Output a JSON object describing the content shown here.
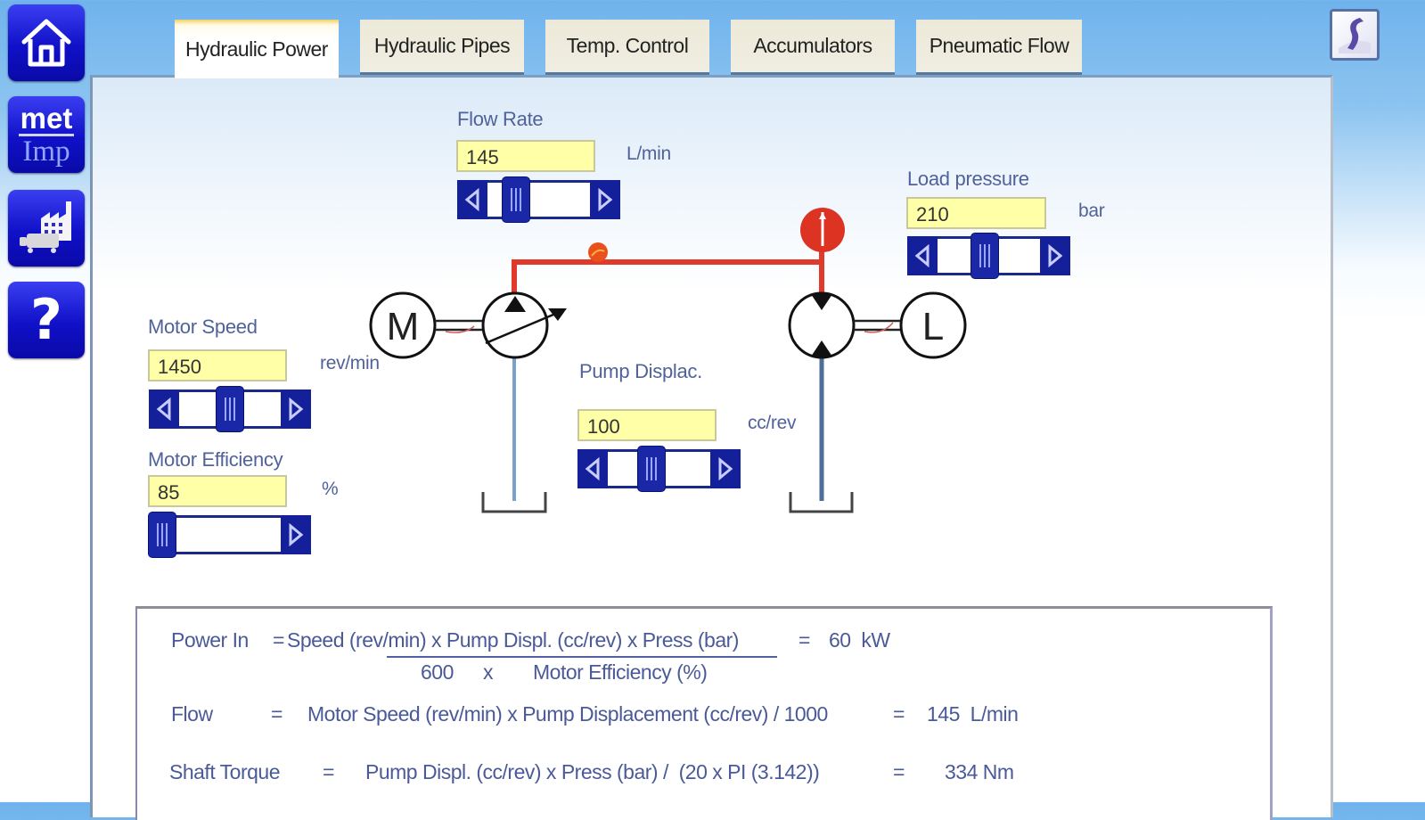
{
  "sidebar": {
    "home_icon": "home-icon",
    "units": {
      "top": "met",
      "bottom": "Imp"
    },
    "factory_icon": "factory-icon",
    "help_label": "?"
  },
  "tabs": [
    {
      "label": "Hydraulic Power",
      "active": true
    },
    {
      "label": "Hydraulic Pipes",
      "active": false
    },
    {
      "label": "Temp. Control",
      "active": false
    },
    {
      "label": "Accumulators",
      "active": false
    },
    {
      "label": "Pneumatic Flow",
      "active": false
    }
  ],
  "top_right_icon": "flash-logo-icon",
  "controls": {
    "flow_rate": {
      "label": "Flow Rate",
      "value": "145",
      "unit": "L/min",
      "slider_position": 0.2
    },
    "load_pressure": {
      "label": "Load pressure",
      "value": "210",
      "unit": "bar",
      "slider_position": 0.45
    },
    "motor_speed": {
      "label": "Motor Speed",
      "value": "1450",
      "unit": "rev/min",
      "slider_position": 0.5
    },
    "motor_efficiency": {
      "label": "Motor Efficiency",
      "value": "85",
      "unit": "%",
      "slider_position": 0.0
    },
    "pump_displacement": {
      "label": "Pump Displac.",
      "value": "100",
      "unit": "cc/rev",
      "slider_position": 0.4
    }
  },
  "diagram": {
    "motor_label": "M",
    "load_label": "L",
    "pressure_line_color": "#e03a2c",
    "return_line_color": "#7a9cc8"
  },
  "formulas": {
    "power": {
      "name": "Power In",
      "eq": "=",
      "numerator": "Speed (rev/min) x Pump Displ. (cc/rev) x Press (bar)",
      "denominator_a": "600",
      "denominator_x": "x",
      "denominator_b": "Motor Efficiency (%)",
      "result_eq": "=",
      "result": "60  kW"
    },
    "flow": {
      "name": "Flow",
      "eq": "=",
      "expr": "Motor Speed (rev/min) x Pump Displacement (cc/rev) / 1000",
      "result_eq": "=",
      "result": "145  L/min"
    },
    "torque": {
      "name": "Shaft Torque",
      "eq": "=",
      "expr": "Pump Displ. (cc/rev) x Press (bar) /  (20 x PI (3.142))",
      "result_eq": "=",
      "result": "334 Nm"
    }
  }
}
